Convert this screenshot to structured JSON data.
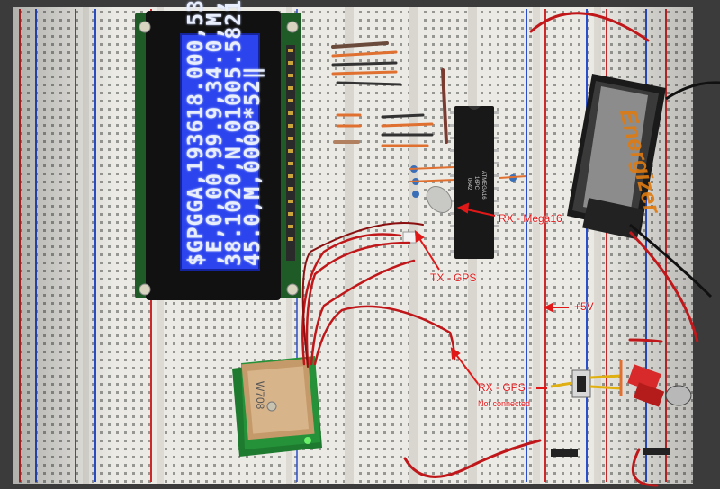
{
  "lcd": {
    "lines": [
      "$GPGGA,193618.000,53",
      ",E,0,00,99.9,34.0,M,",
      "38.1020,N,01005.5821",
      "45.0,M,0000*52‖"
    ]
  },
  "annotations": {
    "rx_mega": "RX - Mega16",
    "tx_gps": "TX - GPS",
    "plus5v": "+5V",
    "rx_gps": "RX - GPS -",
    "not_connected": "Not connected"
  },
  "chip": {
    "label_lines": [
      "ATMEGA16",
      "16PC",
      "0642"
    ]
  },
  "gps_module": {
    "label": "W708"
  },
  "battery": {
    "brand": "Energizer"
  },
  "colors": {
    "breadboard": "#eceae4",
    "lcd_bg": "#2a40e8",
    "wire_red": "#c0181a",
    "annotation_red": "#e01818"
  }
}
